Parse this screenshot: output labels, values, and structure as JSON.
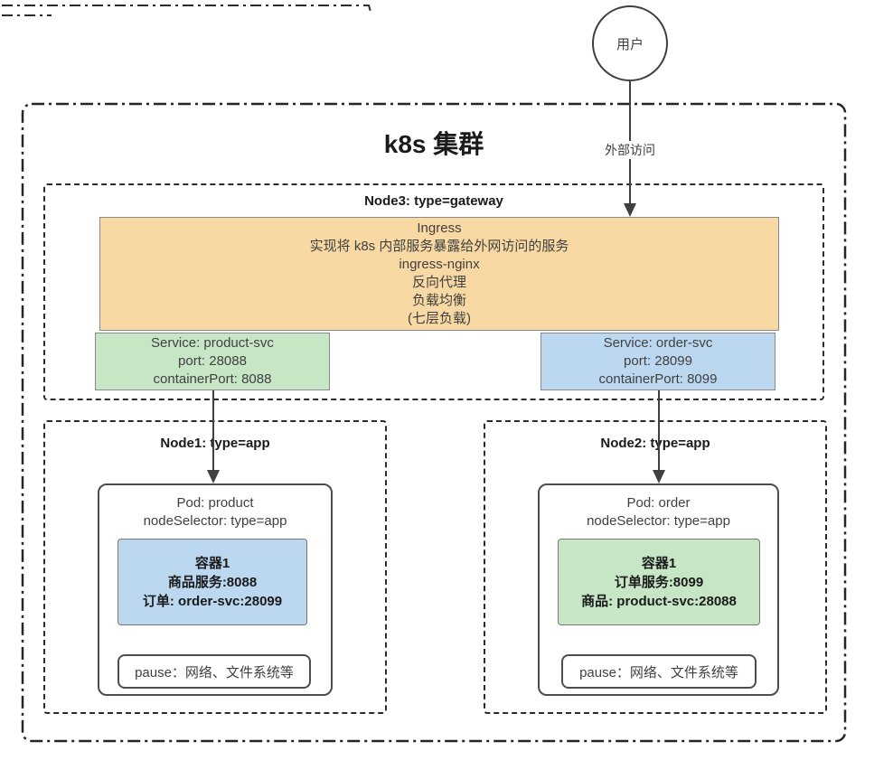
{
  "user": {
    "label": "用户"
  },
  "external_access_label": "外部访问",
  "cluster": {
    "title": "k8s 集群"
  },
  "node3": {
    "title": "Node3: type=gateway",
    "ingress": {
      "lines": [
        "Ingress",
        "实现将 k8s 内部服务暴露给外网访问的服务",
        "ingress-nginx",
        "反向代理",
        "负载均衡",
        "(七层负载)"
      ]
    },
    "service_product": {
      "lines": [
        "Service: product-svc",
        "port: 28088",
        "containerPort: 8088"
      ]
    },
    "service_order": {
      "lines": [
        "Service: order-svc",
        "port: 28099",
        "containerPort: 8099"
      ]
    }
  },
  "node1": {
    "title": "Node1: type=app",
    "pod": {
      "lines": [
        "Pod: product",
        "nodeSelector: type=app"
      ]
    },
    "container": {
      "lines": [
        "容器1",
        "商品服务:8088",
        "订单: order-svc:28099"
      ]
    },
    "pause_label": "pause：网络、文件系统等"
  },
  "node2": {
    "title": "Node2: type=app",
    "pod": {
      "lines": [
        "Pod: order",
        "nodeSelector: type=app"
      ]
    },
    "container": {
      "lines": [
        "容器1",
        "订单服务:8099",
        "商品: product-svc:28088"
      ]
    },
    "pause_label": "pause：网络、文件系统等"
  },
  "colors": {
    "ingress_bg": "#F8D9A3",
    "service_product_bg": "#C6E6C6",
    "service_order_bg": "#BCD8F0",
    "container_product_bg": "#BCD8F0",
    "container_order_bg": "#C6E6C6",
    "line_color": "#404040"
  }
}
